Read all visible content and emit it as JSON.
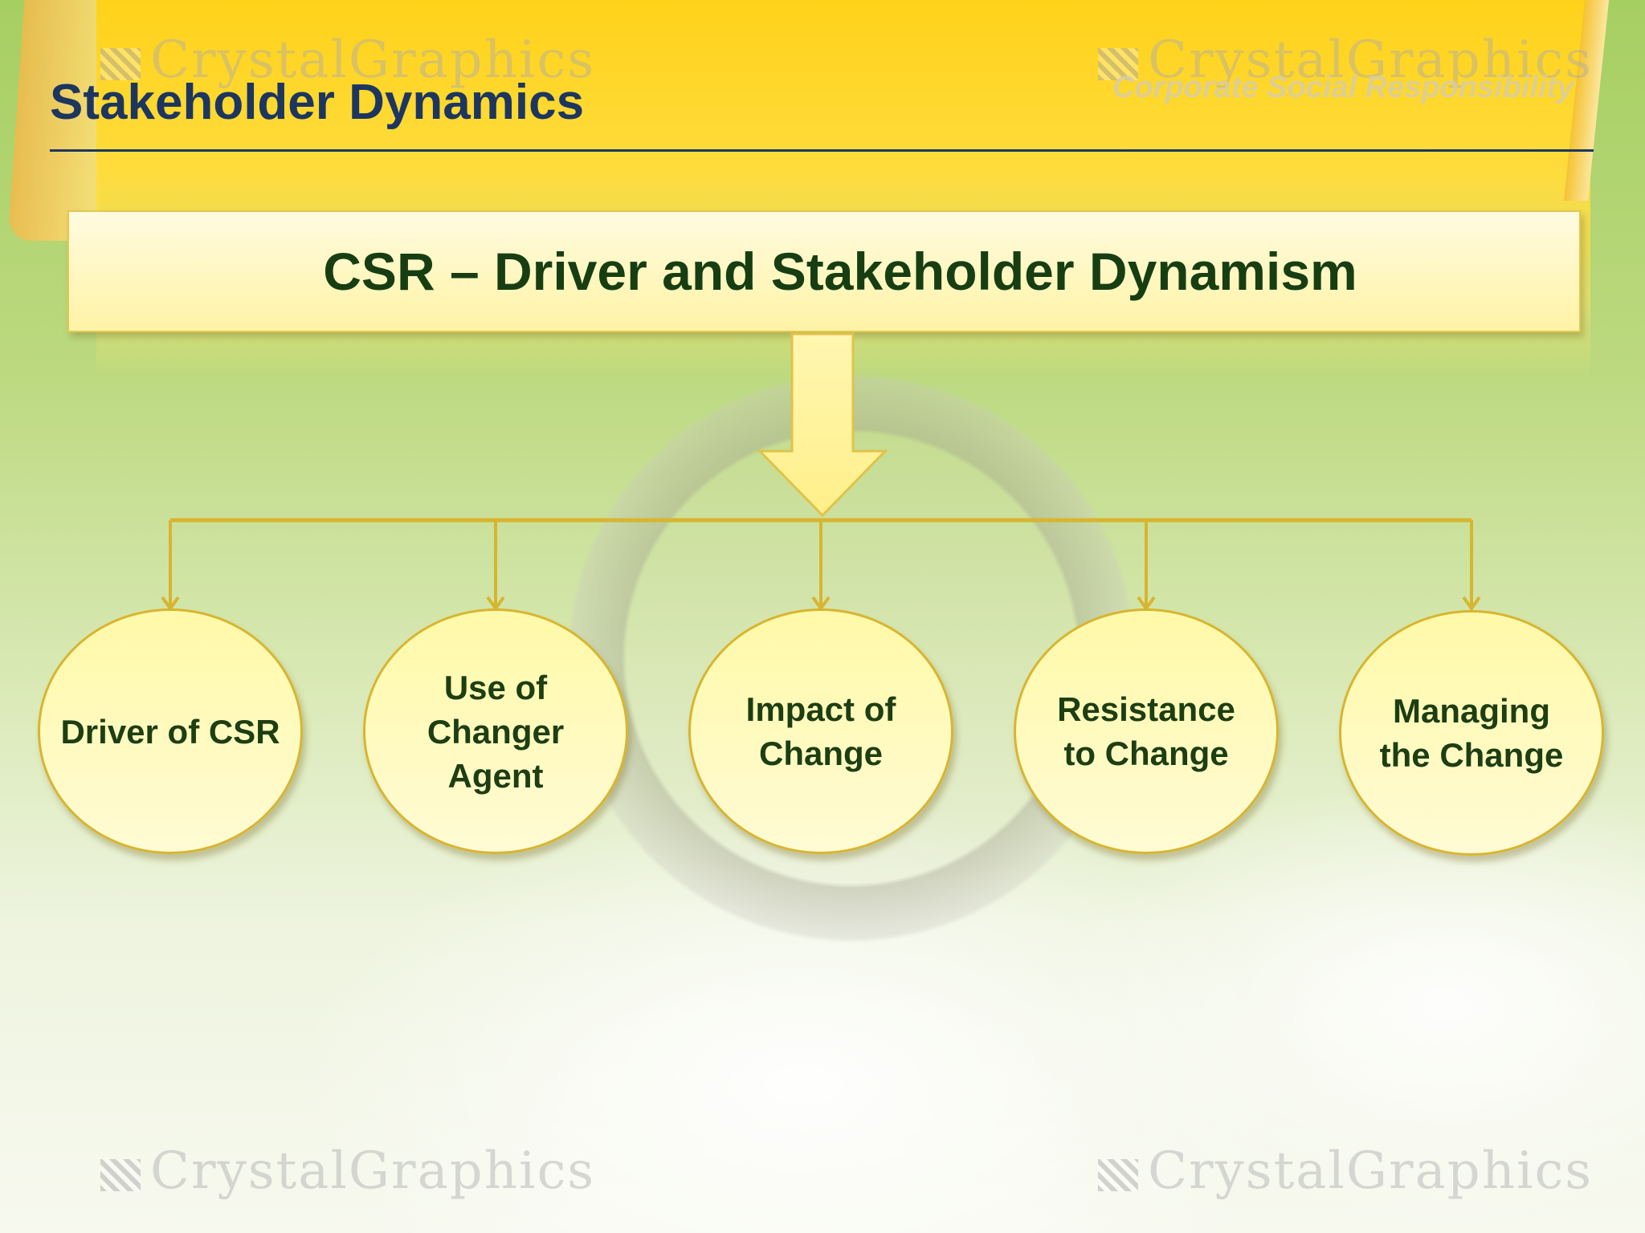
{
  "slide": {
    "title": "Stakeholder Dynamics",
    "subtitle": "Corporate Social Responsibility",
    "watermark": "CrystalGraphics"
  },
  "diagram": {
    "header": "CSR – Driver and Stakeholder Dynamism",
    "nodes": [
      {
        "label": "Driver of CSR"
      },
      {
        "label": "Use of\nChanger\nAgent"
      },
      {
        "label": "Impact of\nChange"
      },
      {
        "label": "Resistance\nto Change"
      },
      {
        "label": "Managing\nthe Change"
      }
    ]
  },
  "colors": {
    "title": "#1c365f",
    "header_text": "#173e12",
    "node_fill": "#fff9a8",
    "node_border": "#d8b530",
    "connector": "#d8b530"
  }
}
